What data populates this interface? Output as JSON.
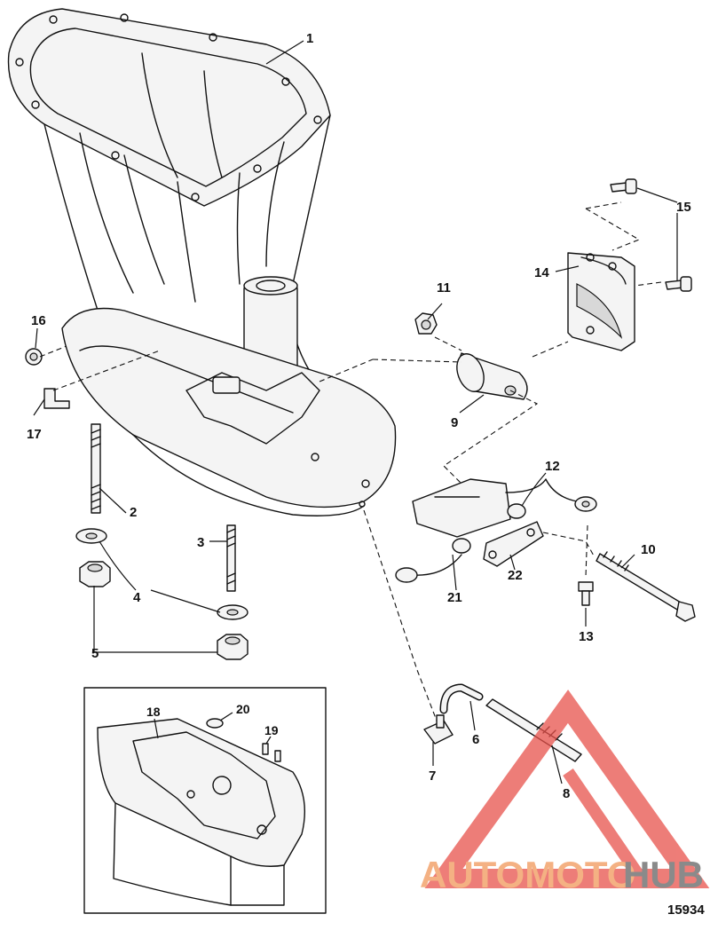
{
  "callouts": [
    "1",
    "2",
    "3",
    "4",
    "5",
    "6",
    "7",
    "8",
    "9",
    "10",
    "11",
    "12",
    "13",
    "14",
    "15",
    "16",
    "17",
    "18",
    "19",
    "20",
    "21",
    "22"
  ],
  "figure_ref": "15934",
  "watermark": {
    "part_a": "AUTOMOTO",
    "part_b": "HUB",
    "triangle_color": "#e8524b",
    "text_color_a": "#f4b183",
    "text_color_b": "#8a8a8a"
  }
}
